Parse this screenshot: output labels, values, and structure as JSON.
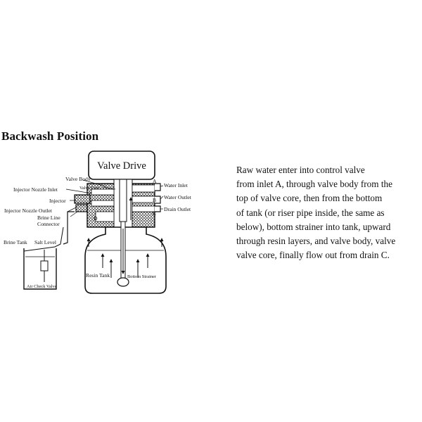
{
  "title": "Backwash Position",
  "diagram": {
    "valve_drive": "Valve Drive",
    "labels": {
      "valve_body": "Valve Body",
      "valve_core": "Valve Core",
      "injector_nozzle_inlet": "Injector Nozzle Inlet",
      "injector": "Injector",
      "injector_nozzle_outlet": "Injector Nozzle  Outlet",
      "brine_line_connector_1": "Brine Line",
      "brine_line_connector_2": "Connector",
      "water_inlet": "Water Inlet",
      "water_outlet": "Water Outlet",
      "drain_outlet": "Drain Outlet",
      "brine_tank": "Brine Tank",
      "salt_level": "Salt Level",
      "air_check_valve": "Air Check Valve",
      "resin_tank": "Resin Tank",
      "bottom_strainer": "Bottom Strainer"
    },
    "ports": {
      "a": "A",
      "b": "B",
      "c": "C",
      "d": "D"
    }
  },
  "description": {
    "lines": [
      "Raw  water  enter into  control   valve",
      "from inlet A, through valve  body from  the",
      "top of  valve core, then from the bottom",
      "of tank (or riser pipe inside, the same as",
      "below), bottom strainer into tank,  upward",
      "through resin layers, and  valve body, valve",
      "valve core, finally flow out from drain C."
    ]
  }
}
